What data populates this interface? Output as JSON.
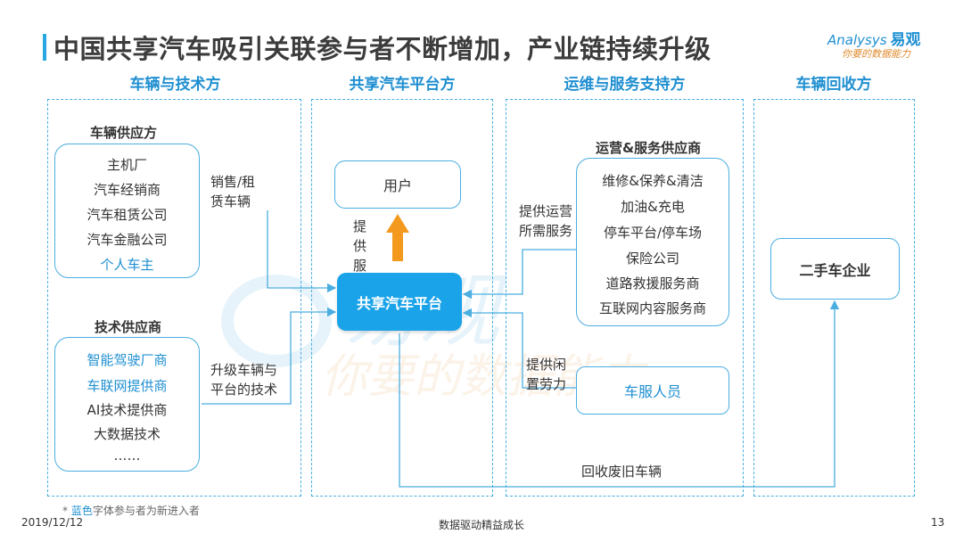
{
  "header": {
    "title": "中国共享汽车吸引关联参与者不断增加，产业链持续升级",
    "logo_en": "Analysys",
    "logo_cn": "易观",
    "logo_slogan": "你要的数据能力"
  },
  "columns": [
    {
      "heading": "车辆与技术方"
    },
    {
      "heading": "共享汽车平台方"
    },
    {
      "heading": "运维与服务支持方"
    },
    {
      "heading": "车辆回收方"
    }
  ],
  "vehicle_suppliers": {
    "label": "车辆供应方",
    "items": [
      "主机厂",
      "汽车经销商",
      "汽车租赁公司",
      "汽车金融公司",
      "个人车主"
    ]
  },
  "tech_suppliers": {
    "label": "技术供应商",
    "items": [
      "智能驾驶厂商",
      "车联网提供商",
      "AI技术提供商",
      "大数据技术",
      "……"
    ]
  },
  "flows": {
    "sales_lease": "销售/租赁车辆",
    "upgrade_tech": "升级车辆与平台的技术",
    "provide_service": "提供服务",
    "ops_service": "提供运营所需服务",
    "idle_labor": "提供闲置劳力",
    "recycle": "回收废旧车辆"
  },
  "platform": {
    "user": "用户",
    "platform": "共享汽车平台"
  },
  "ops_suppliers": {
    "label": "运营&服务供应商",
    "items": [
      "维修&保养&清洁",
      "加油&充电",
      "停车平台/停车场",
      "保险公司",
      "道路救援服务商",
      "互联网内容服务商"
    ]
  },
  "car_service_staff": "车服人员",
  "used_car": "二手车企业",
  "note": {
    "prefix": "* ",
    "blue_word": "蓝色",
    "rest": "字体参与者为新进入者"
  },
  "footer": {
    "date": "2019/12/12",
    "slogan": "数据驱动精益成长",
    "page": "13"
  },
  "colors": {
    "accent_blue": "#1f8fd1",
    "border_blue": "#4aaee0",
    "platform_blue": "#1aa3e8",
    "arrow_orange": "#f39a1e"
  }
}
